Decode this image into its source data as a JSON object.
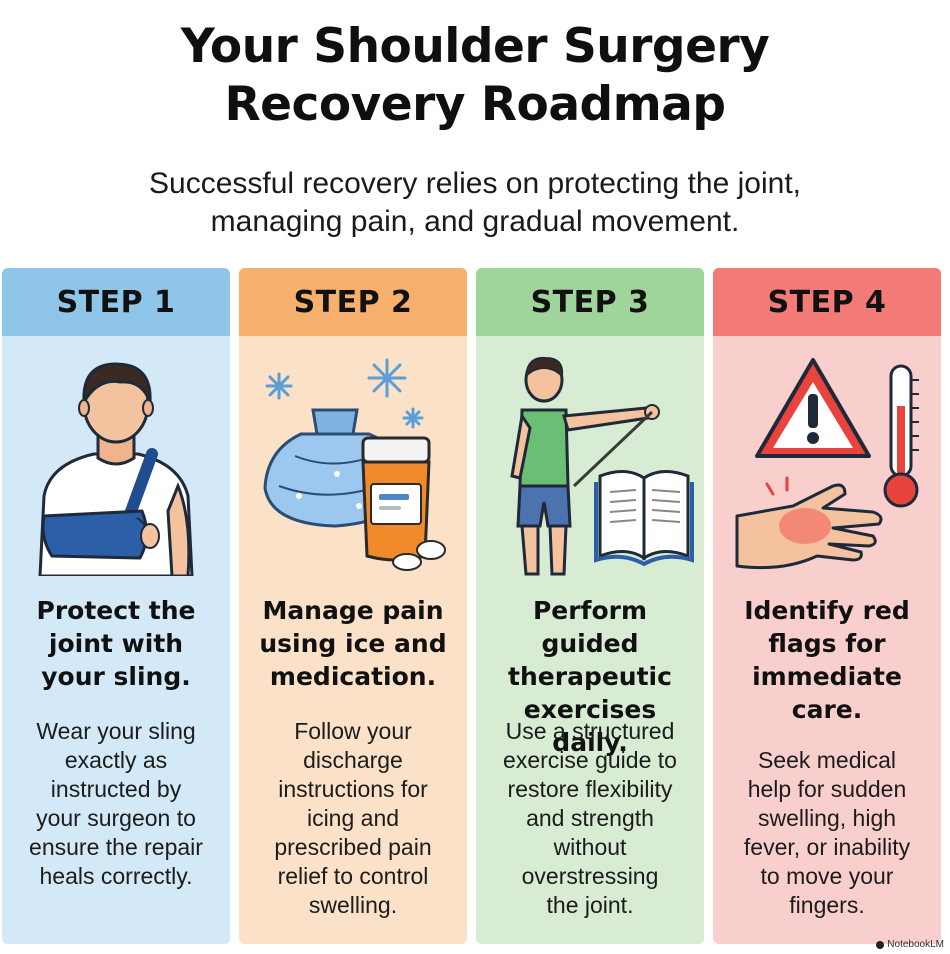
{
  "header": {
    "title_line1": "Your Shoulder Surgery",
    "title_line2": "Recovery Roadmap",
    "subtitle_line1": "Successful recovery relies on protecting the joint,",
    "subtitle_line2": "managing pain, and gradual movement."
  },
  "steps": [
    {
      "label": "STEP 1",
      "heading": [
        "Protect the",
        "joint with",
        "your sling."
      ],
      "body": [
        "Wear your sling",
        "exactly as",
        "instructed by",
        "your surgeon to",
        "ensure the repair",
        "heals correctly."
      ],
      "icon": "person-with-arm-sling-icon",
      "header_color": "#8ec5e8",
      "panel_color": "#d4e9f7"
    },
    {
      "label": "STEP 2",
      "heading": [
        "Manage pain",
        "using ice and",
        "medication."
      ],
      "body": [
        "Follow your",
        "discharge",
        "instructions for",
        "icing and",
        "prescribed pain",
        "relief to control",
        "swelling."
      ],
      "icon": "ice-pack-and-pills-icon",
      "header_color": "#f6b06d",
      "panel_color": "#fbe1c8"
    },
    {
      "label": "STEP 3",
      "heading": [
        "Perform guided",
        "therapeutic",
        "exercises daily."
      ],
      "body": [
        "Use a structured",
        "exercise guide to",
        "restore flexibility",
        "and strength",
        "without",
        "overstressing",
        "the joint."
      ],
      "icon": "resistance-band-exercise-icon",
      "header_color": "#9fd49a",
      "panel_color": "#d7ecd2"
    },
    {
      "label": "STEP 4",
      "heading": [
        "Identify red",
        "flags for",
        "immediate",
        "care."
      ],
      "body": [
        "Seek medical",
        "help for sudden",
        "swelling, high",
        "fever, or inability",
        "to move your",
        "fingers."
      ],
      "icon": "warning-thermometer-swollen-hand-icon",
      "header_color": "#f27a77",
      "panel_color": "#f9cfcd"
    }
  ],
  "watermark": "NotebookLM"
}
